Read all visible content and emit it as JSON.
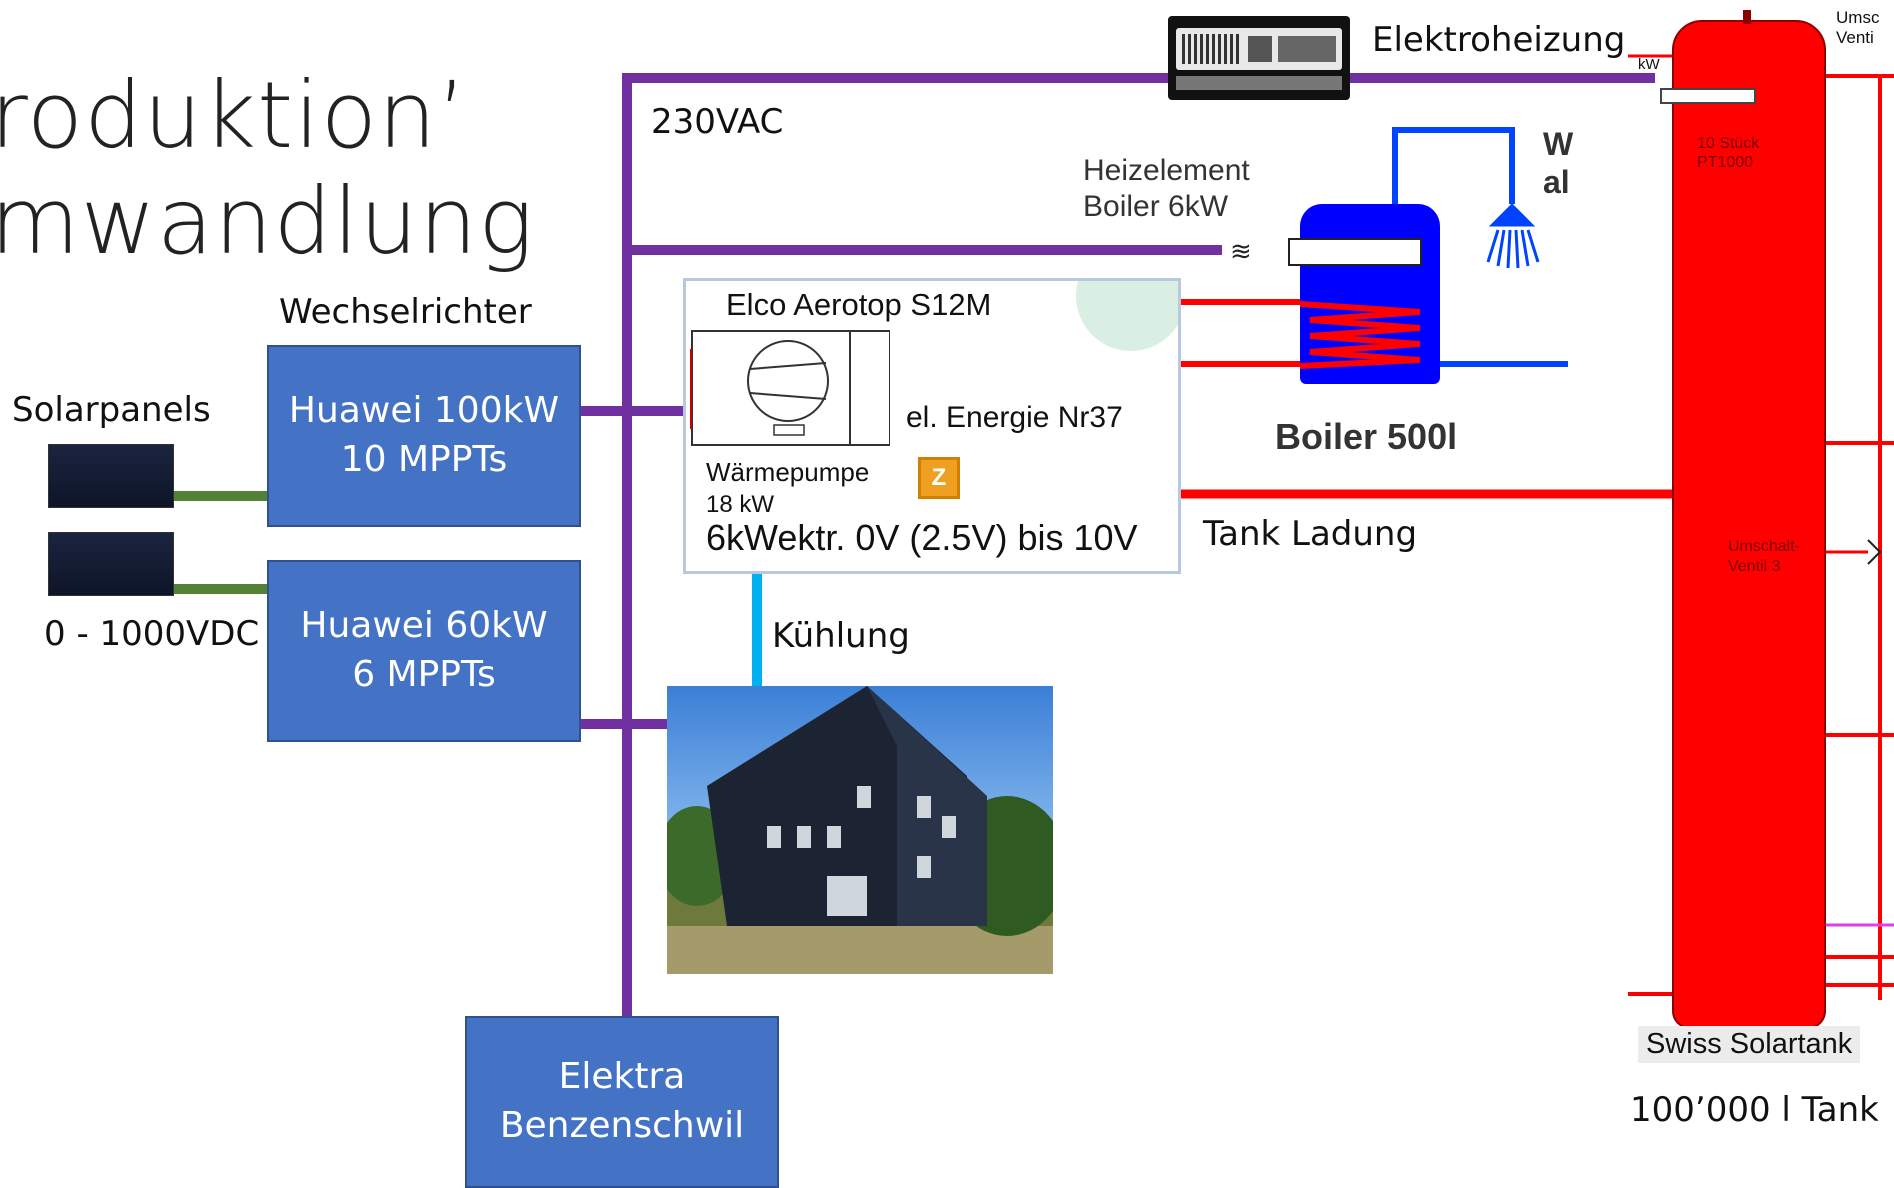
{
  "title": {
    "line1": "roduktion’",
    "line2": "mwandlung"
  },
  "labels": {
    "wechselrichter": "Wechselrichter",
    "solarpanels": "Solarpanels",
    "vdc": "0 - 1000VDC",
    "vac": "230VAC",
    "kuehlung": "Kühlung",
    "tank_ladung": "Tank Ladung",
    "elektroheizung": "Elektroheizung",
    "heizelement_1": "Heizelement",
    "heizelement_2": "Boiler 6kW",
    "boiler": "Boiler 500l",
    "tank_brand": "Swiss Solartank",
    "tank_caption": "100’000 l Tank",
    "w_line1": "W",
    "w_line2": "al",
    "tank_sensor_1": "10 Stück",
    "tank_sensor_2": "PT1000",
    "umschalt_1": "Umschalt-",
    "umschalt_2": "Ventil 3",
    "umsc_top_1": "Umsc",
    "umsc_top_2": "Venti",
    "kw_small": "kW"
  },
  "boxes": {
    "inv1_l1": "Huawei 100kW",
    "inv1_l2": "10 MPPTs",
    "inv2_l1": "Huawei 60kW",
    "inv2_l2": "6 MPPTs",
    "elektra_l1": "Elektra",
    "elektra_l2": "Benzenschwil"
  },
  "heatpump": {
    "title": "Elco Aerotop S12M",
    "energy": "el. Energie Nr37",
    "name": "Wärmepumpe",
    "power": "18 kW",
    "z_icon": "Z",
    "signal": "6kWektr. 0V (2.5V) bis 10V"
  },
  "colors": {
    "purple": "#7030a0",
    "green": "#548235",
    "cyan": "#00b0f0",
    "red": "#ff0000",
    "blue": "#4472c4"
  }
}
